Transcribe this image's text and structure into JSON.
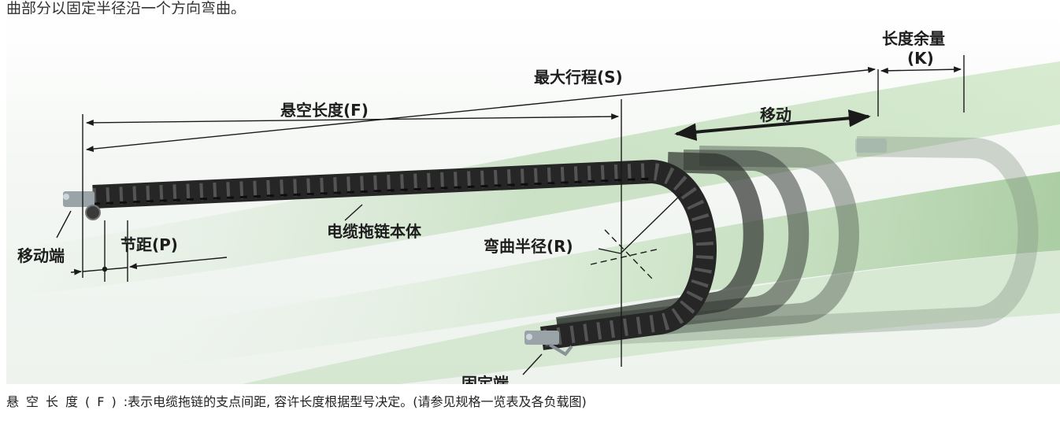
{
  "header": {
    "caption": "曲部分以固定半径沿一个方向弯曲。"
  },
  "diagram": {
    "labels": {
      "slack": "长度余量",
      "slack_symbol": "(K)",
      "max_stroke": "最大行程(S)",
      "unsupported_length": "悬空长度(F)",
      "movement": "移动",
      "chain_body": "电缆拖链本体",
      "bend_radius": "弯曲半径(R)",
      "moving_end": "移动端",
      "pitch": "节距(P)",
      "fixed_end": "固定端"
    },
    "colors": {
      "chain": "#262626",
      "dimension_line": "#1a1a1a",
      "green_band": "#4f9a3e"
    }
  },
  "footer": {
    "term": "悬空长度(F)",
    "separator": ":",
    "description": "表示电缆拖链的支点间距, 容许长度根据型号决定。(请参见规格一览表及各负载图)"
  }
}
